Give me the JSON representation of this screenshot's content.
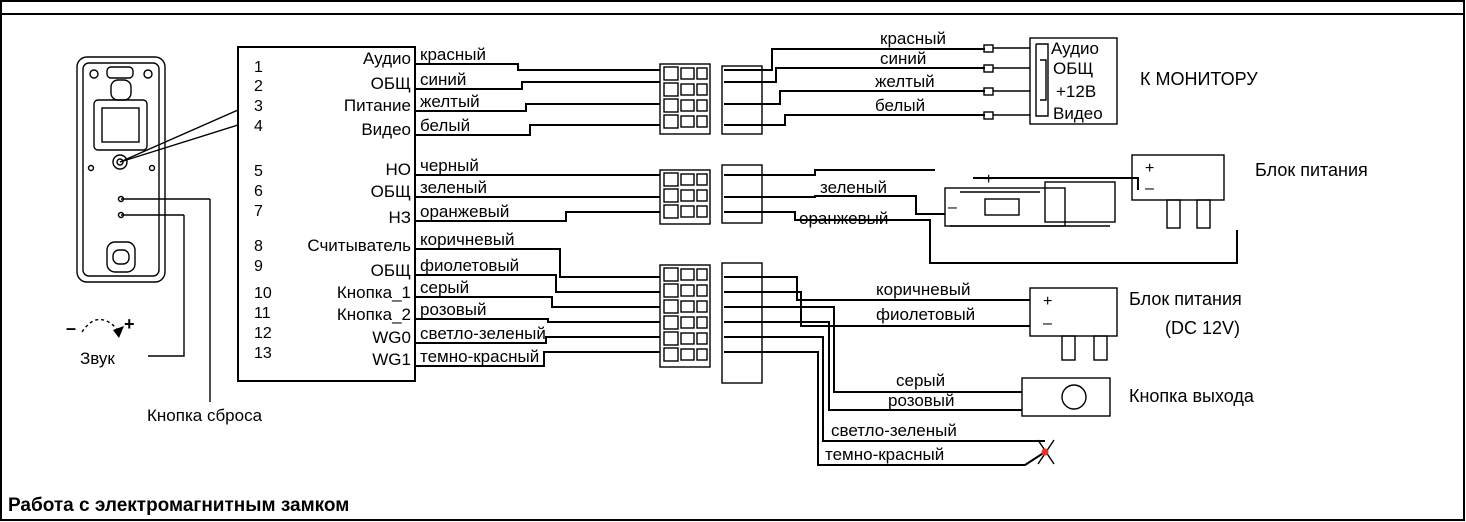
{
  "panel_labels": {
    "left": [
      "1",
      "2",
      "3",
      "4",
      "5",
      "6",
      "7",
      "8",
      "9",
      "10",
      "11",
      "12",
      "13"
    ],
    "functions": [
      "Аудио",
      "ОБЩ",
      "Питание",
      "Видео",
      "НО",
      "ОБЩ",
      "НЗ",
      "Считыватель",
      "ОБЩ",
      "Кнопка_1",
      "Кнопка_2",
      "WG0",
      "WG1"
    ]
  },
  "wires_left": [
    "красный",
    "синий",
    "желтый",
    "белый",
    "черный",
    "зеленый",
    "оранжевый",
    "коричневый",
    "фиолетовый",
    "серый",
    "розовый",
    "светло-зеленый",
    "темно-красный"
  ],
  "monitor": {
    "wires": [
      "красный",
      "синий",
      "желтый",
      "белый"
    ],
    "pins": [
      "Аудио",
      "ОБЩ",
      "+12В",
      "Видео"
    ],
    "label": "К МОНИТОРУ"
  },
  "lock": {
    "wire_green": "зеленый",
    "wire_orange": "оранжевый",
    "plus": "+",
    "minus": "–",
    "psu_label": "Блок питания",
    "psu_plus": "+",
    "psu_minus": "–"
  },
  "reader": {
    "wire_brown": "коричневый",
    "wire_violet": "фиолетовый",
    "psu_label": "Блок питания",
    "psu_sub": "(DC 12V)",
    "psu_plus": "+",
    "psu_minus": "–",
    "wire_gray": "серый",
    "wire_pink": "розовый",
    "exit_label": "Кнопка выхода",
    "wire_lightgreen": "светло-зеленый",
    "wire_darkred": "темно-красный"
  },
  "panel": {
    "sound_label": "Звук",
    "minus": "–",
    "plus": "+",
    "reset_label": "Кнопка сброса"
  },
  "section_title": "Работа с электромагнитным замком",
  "colors": {
    "line": "#000000",
    "dot": "#e8332a",
    "border": "#000000"
  }
}
